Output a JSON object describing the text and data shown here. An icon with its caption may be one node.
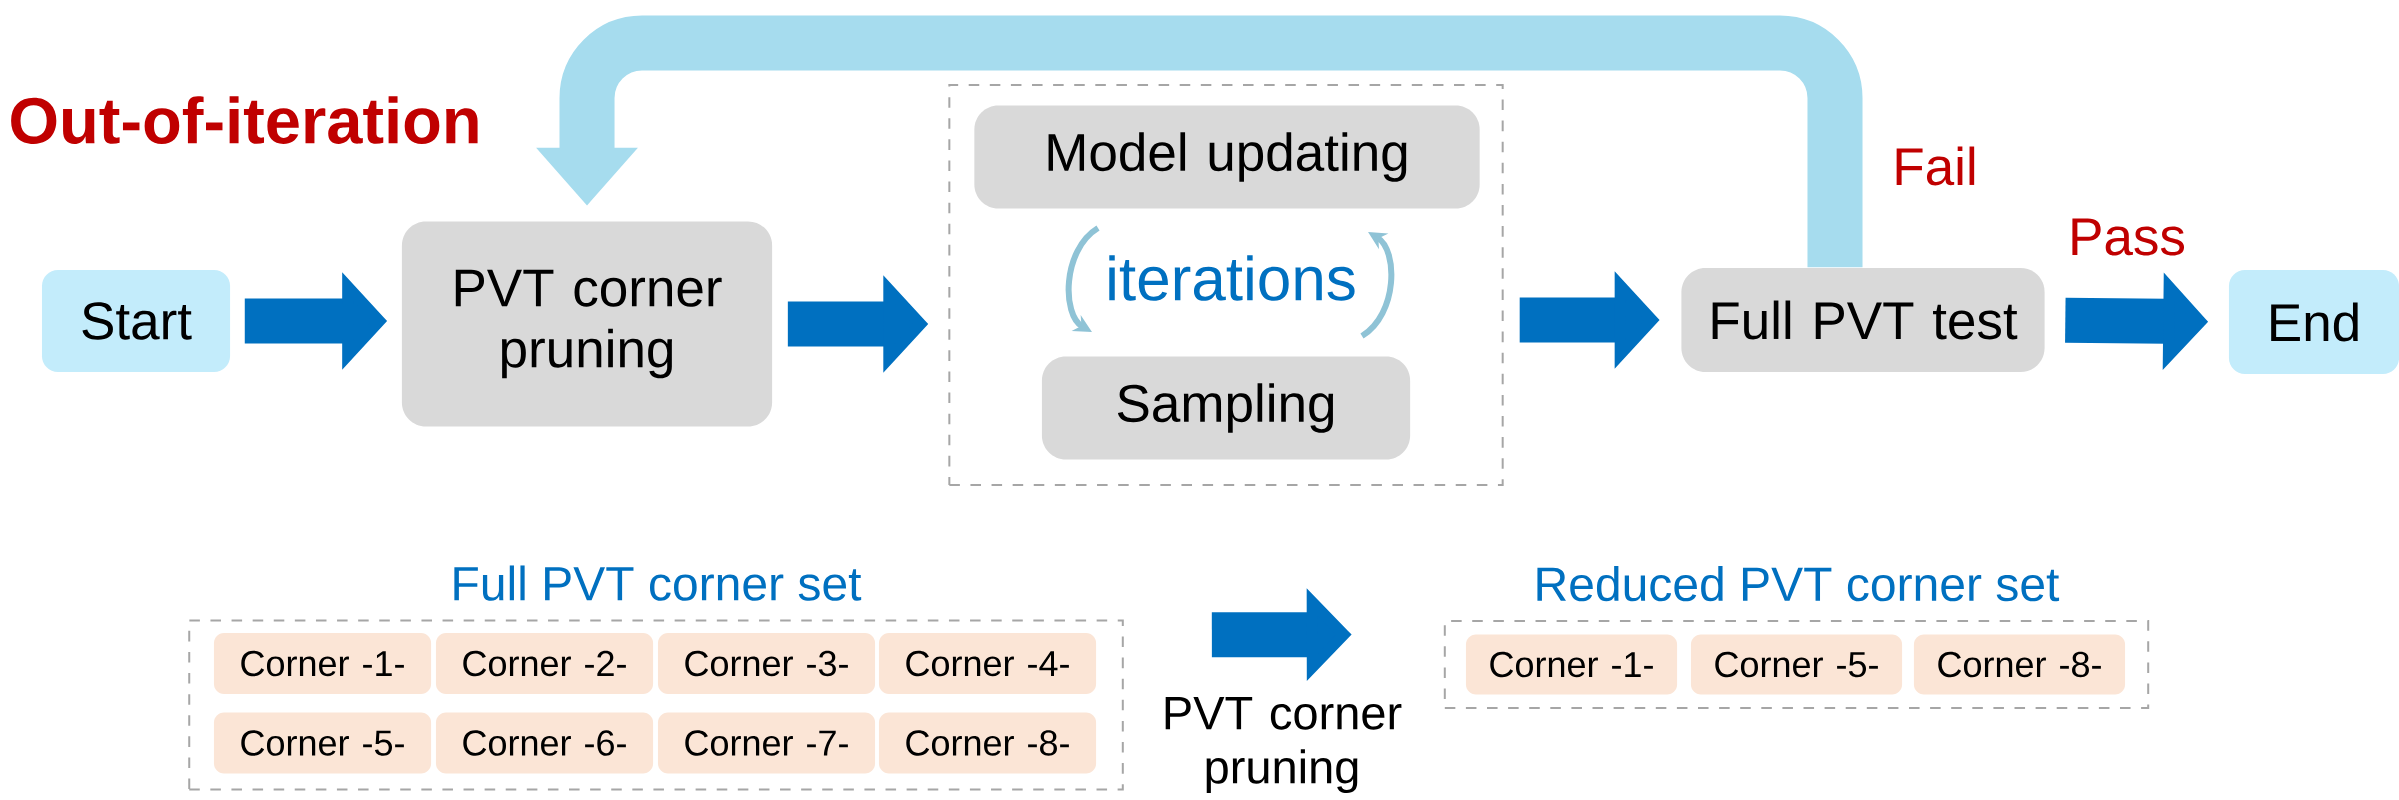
{
  "diagram": {
    "nodes": [
      {
        "text": [
          "Start"
        ]
      },
      {
        "text": [
          "PVT corner pruning"
        ]
      },
      {
        "text": [],
        "shape": "box"
      },
      {
        "text": [
          "Model updating"
        ],
        "in": 2
      },
      {
        "text": [
          "Sampling"
        ],
        "in": 2
      },
      {
        "text": [
          "Full PVT test"
        ]
      },
      {
        "text": [
          "End"
        ]
      },
      {
        "text": [
          "Full PVT corner set"
        ]
      },
      {
        "text": [
          "Corner -1-"
        ],
        "in": 7
      },
      {
        "text": [
          "Corner -2-"
        ],
        "in": 7
      },
      {
        "text": [
          "Corner -3-"
        ],
        "in": 7
      },
      {
        "text": [
          "Corner -4-"
        ],
        "in": 7
      },
      {
        "text": [
          "Corner -5-"
        ],
        "in": 7
      },
      {
        "text": [
          "Corner -6-"
        ],
        "in": 7
      },
      {
        "text": [
          "Corner -7-"
        ],
        "in": 7
      },
      {
        "text": [
          "Corner -8-"
        ],
        "in": 7
      },
      {
        "text": [
          "Reduced PVT corner set"
        ]
      },
      {
        "text": [
          "Corner -1-"
        ],
        "in": 16
      },
      {
        "text": [
          "Corner -5-"
        ],
        "in": 16
      },
      {
        "text": [
          "Corner -8-"
        ],
        "in": 16
      }
    ],
    "edges": [
      {
        "from": 0,
        "to": 1,
        "arrow": "to"
      },
      {
        "from": 1,
        "to": 2,
        "arrow": "to"
      },
      {
        "from": 2,
        "to": 5,
        "arrow": "to"
      },
      {
        "from": 5,
        "to": 6,
        "arrow": "to",
        "label": "Pass"
      },
      {
        "from": 5,
        "to": 1,
        "arrow": "to",
        "label": "Fail",
        "color": "#a6dcee"
      },
      {
        "from": 7,
        "to": 16,
        "arrow": "to",
        "label": "PVT corner pruning"
      }
    ],
    "labels": [
      "Out-of-iteration",
      "iterations"
    ]
  }
}
